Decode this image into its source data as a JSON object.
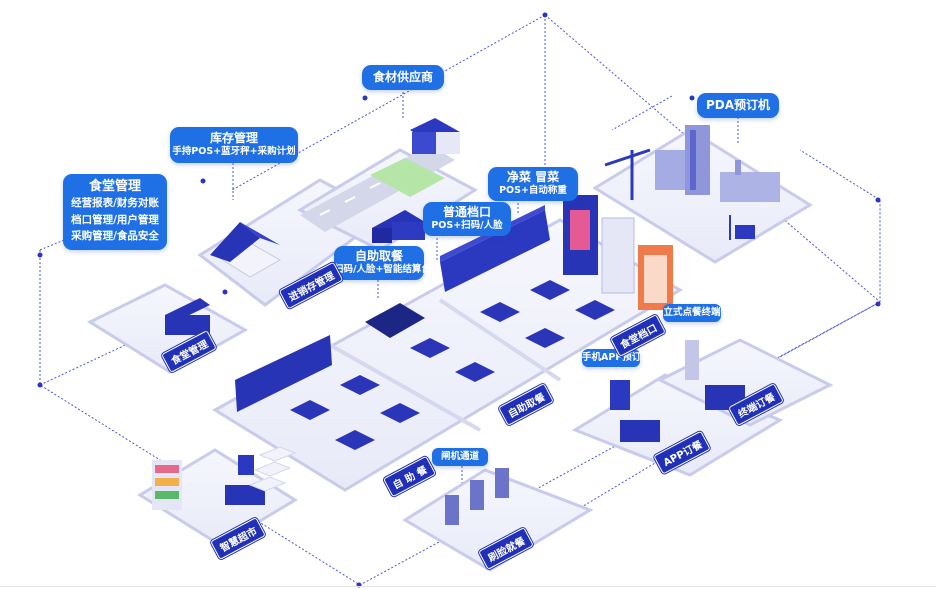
{
  "colors": {
    "accent": "#1f6fe5",
    "tag": "#2130b8",
    "platform": "#eef0fb",
    "platform_edge": "#c9cbeb",
    "dash": "#4a57d6",
    "furniture": "#2a35b8"
  },
  "callouts": {
    "canteen_mgmt": {
      "title": "食堂管理",
      "lines": [
        "经营报表/财务对账",
        "档口管理/用户管理",
        "采购管理/食品安全"
      ]
    },
    "inventory": {
      "title": "库存管理",
      "sub": "手持POS+蓝牙秤+采购计划"
    },
    "supplier": {
      "title": "食材供应商"
    },
    "pda": {
      "title": "PDA预订机"
    },
    "clean_veg": {
      "title": "净菜 冒菜",
      "sub": "POS+自动称重"
    },
    "regular_stall": {
      "title": "普通档口",
      "sub": "POS+扫码/人脸"
    },
    "self_pickup": {
      "title": "自助取餐",
      "sub": "扫码/人脸+智能结算台"
    },
    "standing_terminal": {
      "title": "立式点餐终端"
    },
    "mobile_app": {
      "title": "手机APP预订"
    },
    "gate": {
      "title": "闸机通道"
    }
  },
  "tags": {
    "canteen": "食堂管理",
    "inventory_mgmt": "进销存管理",
    "self_pickup": "自助取餐",
    "buffet": "自 助 餐",
    "stall": "食堂档口",
    "terminal_order": "终端订餐",
    "app_order": "APP订餐",
    "smart_market": "智慧超市",
    "face_dining": "刷脸就餐"
  },
  "icons": [
    "supermarket-shelf-icon",
    "kiosk-icon",
    "turnstile-icon",
    "truck-icon",
    "warehouse-icon",
    "factory-icon",
    "crane-icon",
    "forklift-icon",
    "vending-machine-icon",
    "table-icon"
  ]
}
